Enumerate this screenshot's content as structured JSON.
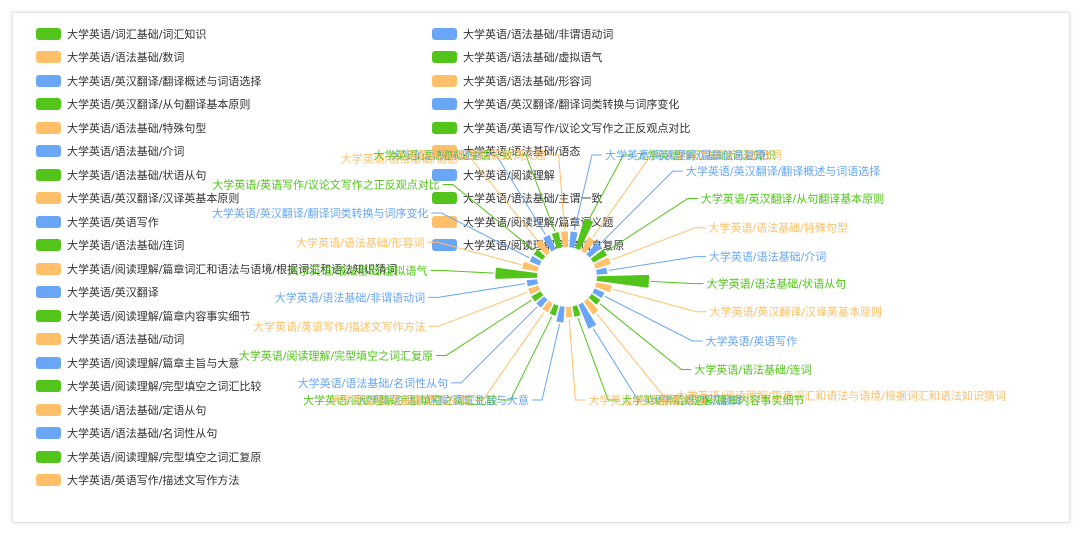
{
  "colors": {
    "green": "#52c41a",
    "orange": "#ffc069",
    "blue": "#69a6f5"
  },
  "chart_data": {
    "type": "polar-bar",
    "legend_position": "top-left",
    "categories": [
      {
        "name": "大学英语/词汇基础/词汇知识",
        "value": 6,
        "color": "green"
      },
      {
        "name": "大学英语/语法基础/数词",
        "value": 3,
        "color": "orange"
      },
      {
        "name": "大学英语/英汉翻译/翻译概述与词语选择",
        "value": 3,
        "color": "blue"
      },
      {
        "name": "大学英语/英汉翻译/从句翻译基本原则",
        "value": 3,
        "color": "green"
      },
      {
        "name": "大学英语/语法基础/特殊句型",
        "value": 3,
        "color": "orange"
      },
      {
        "name": "大学英语/语法基础/介词",
        "value": 2,
        "color": "blue"
      },
      {
        "name": "大学英语/语法基础/状语从句",
        "value": 10,
        "color": "green"
      },
      {
        "name": "大学英语/英汉翻译/汉译英基本原则",
        "value": 3,
        "color": "orange"
      },
      {
        "name": "大学英语/英语写作",
        "value": 2,
        "color": "blue"
      },
      {
        "name": "大学英语/语法基础/连词",
        "value": 2,
        "color": "green"
      },
      {
        "name": "大学英语/阅读理解/篇章词汇和语法与语境/根据词汇和语法知识猜词",
        "value": 3,
        "color": "orange"
      },
      {
        "name": "大学英语/英汉翻译",
        "value": 5,
        "color": "blue"
      },
      {
        "name": "大学英语/阅读理解/篇章内容事实细节",
        "value": 2,
        "color": "green"
      },
      {
        "name": "大学英语/语法基础/动词",
        "value": 2,
        "color": "orange"
      },
      {
        "name": "大学英语/阅读理解/篇章主旨与大意",
        "value": 3,
        "color": "blue"
      },
      {
        "name": "大学英语/阅读理解/完型填空之词汇比较",
        "value": 2,
        "color": "green"
      },
      {
        "name": "大学英语/语法基础/定语从句",
        "value": 2,
        "color": "orange"
      },
      {
        "name": "大学英语/语法基础/名词性从句",
        "value": 2,
        "color": "blue"
      },
      {
        "name": "大学英语/阅读理解/完型填空之词汇复原",
        "value": 2,
        "color": "green"
      },
      {
        "name": "大学英语/英语写作/描述文写作方法",
        "value": 2,
        "color": "orange"
      },
      {
        "name": "大学英语/语法基础/非谓语动词",
        "value": 2,
        "color": "blue"
      },
      {
        "name": "大学英语/语法基础/虚拟语气",
        "value": 8,
        "color": "green"
      },
      {
        "name": "大学英语/语法基础/形容词",
        "value": 3,
        "color": "orange"
      },
      {
        "name": "大学英语/英汉翻译/翻译词类转换与词序变化",
        "value": 2,
        "color": "blue"
      },
      {
        "name": "大学英语/英语写作/议论文写作之正反观点对比",
        "value": 2,
        "color": "green"
      },
      {
        "name": "大学英语/语法基础/语态",
        "value": 3,
        "color": "orange"
      },
      {
        "name": "大学英语/阅读理解",
        "value": 3,
        "color": "blue"
      },
      {
        "name": "大学英语/语法基础/主谓一致",
        "value": 3,
        "color": "green"
      },
      {
        "name": "大学英语/阅读理解/篇章词义题",
        "value": 3,
        "color": "orange"
      },
      {
        "name": "大学英语/阅读理解/篇章信息复原",
        "value": 3,
        "color": "blue"
      }
    ]
  }
}
